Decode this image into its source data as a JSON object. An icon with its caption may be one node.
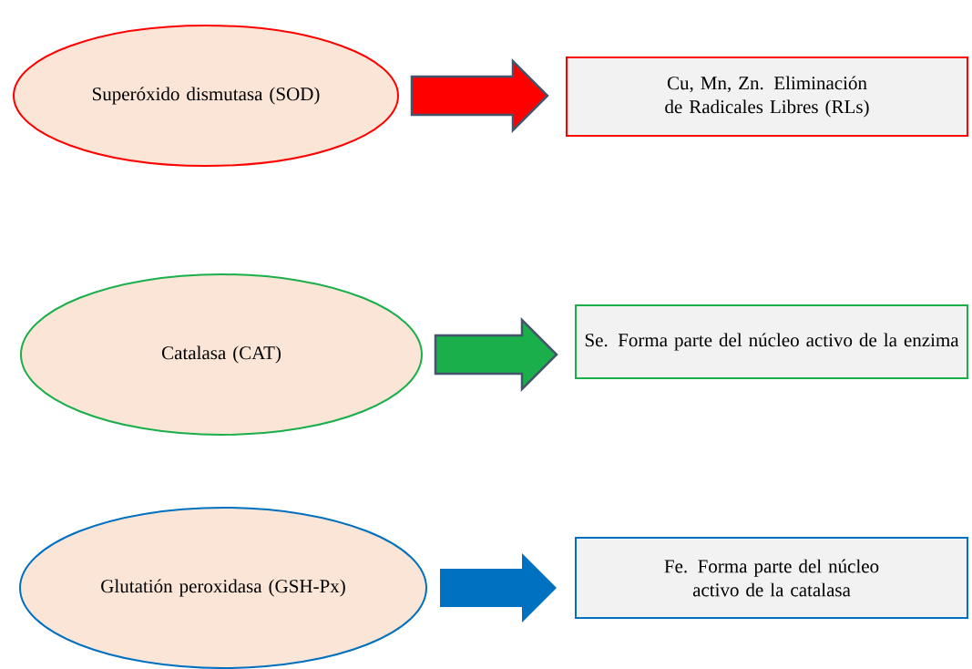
{
  "diagram": {
    "nodes": [
      {
        "text": [
          "Superóxido dismutasa (SOD)"
        ]
      },
      {
        "text": [
          "Cu, Mn, Zn. Eliminación de Radicales Libres (RLs)"
        ]
      },
      {
        "text": [
          "Catalasa (CAT)"
        ]
      },
      {
        "text": [
          "Se. Forma parte del núcleo activo de la enzima"
        ]
      },
      {
        "text": [
          "Glutatión peroxidasa (GSH-Px)"
        ]
      },
      {
        "text": [
          "Fe. Forma parte del núcleo activo de la catalasa"
        ]
      }
    ],
    "edges": [
      {
        "from": 0,
        "to": 1,
        "arrow": "to",
        "style": "thick",
        "color": "#ff0000"
      },
      {
        "from": 2,
        "to": 3,
        "arrow": "to",
        "style": "thick",
        "color": "#1aaf4b"
      },
      {
        "from": 4,
        "to": 5,
        "arrow": "to",
        "style": "thick",
        "color": "#0070c0"
      }
    ]
  }
}
